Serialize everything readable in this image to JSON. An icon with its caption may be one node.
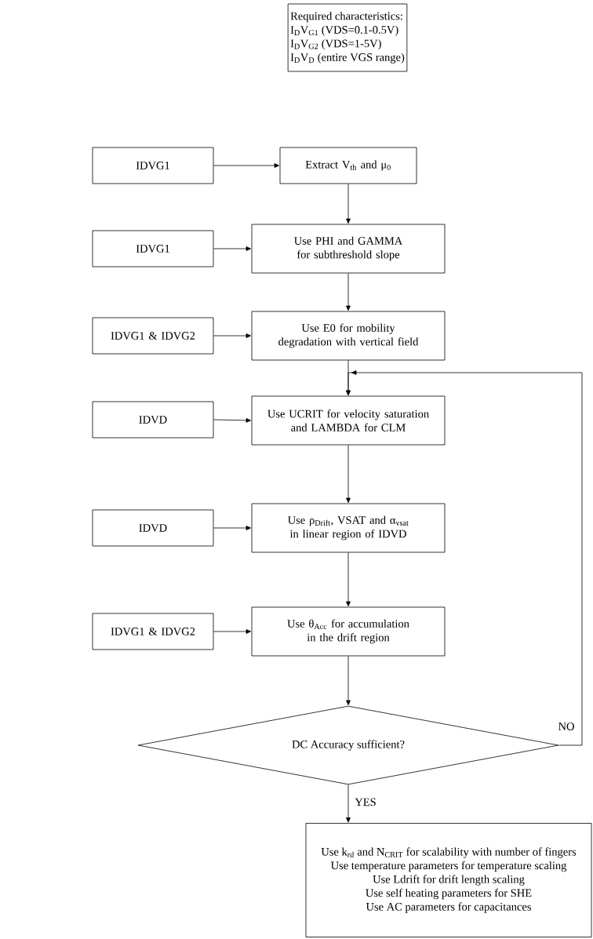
{
  "diagram": {
    "nodes": [
      {
        "text": [
          "Required characteristics:",
          "I$_{D}$V$_{G1}$ (VDS=0.1-0.5V)",
          "I$_{D}$V$_{G2}$ (VDS=1-5V)",
          "I$_{D}$V$_{D}$ (entire VGS range)"
        ]
      },
      {
        "text": [
          "IDVG1"
        ]
      },
      {
        "text": [
          "Extract V$_{th}$ and μ$_{0}$"
        ]
      },
      {
        "text": [
          "IDVG1"
        ]
      },
      {
        "text": [
          "Use PHI and GAMMA for subthreshold slope"
        ]
      },
      {
        "text": [
          "IDVG1 & IDVG2"
        ]
      },
      {
        "text": [
          "Use E0 for mobility degradation with vertical field"
        ]
      },
      {
        "text": [
          "IDVD"
        ]
      },
      {
        "text": [
          "Use UCRIT for velocity saturation and LAMBDA for CLM"
        ]
      },
      {
        "text": [
          "IDVD"
        ]
      },
      {
        "text": [
          "Use ρ$_{Drift}$, VSAT and α$_{vsat}$ in linear region of IDVD"
        ]
      },
      {
        "text": [
          "IDVG1 & IDVG2"
        ]
      },
      {
        "text": [
          "Use θ$_{Acc}$ for accumulation in the drift region"
        ]
      },
      {
        "text": [
          "DC Accuracy sufficient?"
        ]
      },
      {
        "text": [
          "Use k$_{rd}$ and N$_{CRIT}$ for scalability with number of fingers",
          "Use temperature parameters for temperature scaling",
          "Use Ldrift for drift length scaling",
          "Use self heating parameters for SHE",
          "Use AC parameters for capacitances"
        ]
      }
    ],
    "edges": [
      {
        "from": 1,
        "to": 2,
        "arrow": "to"
      },
      {
        "from": 2,
        "to": 4,
        "arrow": "to"
      },
      {
        "from": 3,
        "to": 4,
        "arrow": "to"
      },
      {
        "from": 4,
        "to": 6,
        "arrow": "to"
      },
      {
        "from": 5,
        "to": 6,
        "arrow": "to"
      },
      {
        "from": 6,
        "to": 8,
        "arrow": "to"
      },
      {
        "from": 7,
        "to": 8,
        "arrow": "to"
      },
      {
        "from": 8,
        "to": 10,
        "arrow": "to"
      },
      {
        "from": 9,
        "to": 10,
        "arrow": "to"
      },
      {
        "from": 10,
        "to": 12,
        "arrow": "to"
      },
      {
        "from": 11,
        "to": 12,
        "arrow": "to"
      },
      {
        "from": 12,
        "to": 13,
        "arrow": "to"
      },
      {
        "from": 13,
        "to": 8,
        "arrow": "to",
        "label": "NO"
      },
      {
        "from": 13,
        "to": 14,
        "arrow": "to",
        "label": "YES"
      }
    ]
  }
}
